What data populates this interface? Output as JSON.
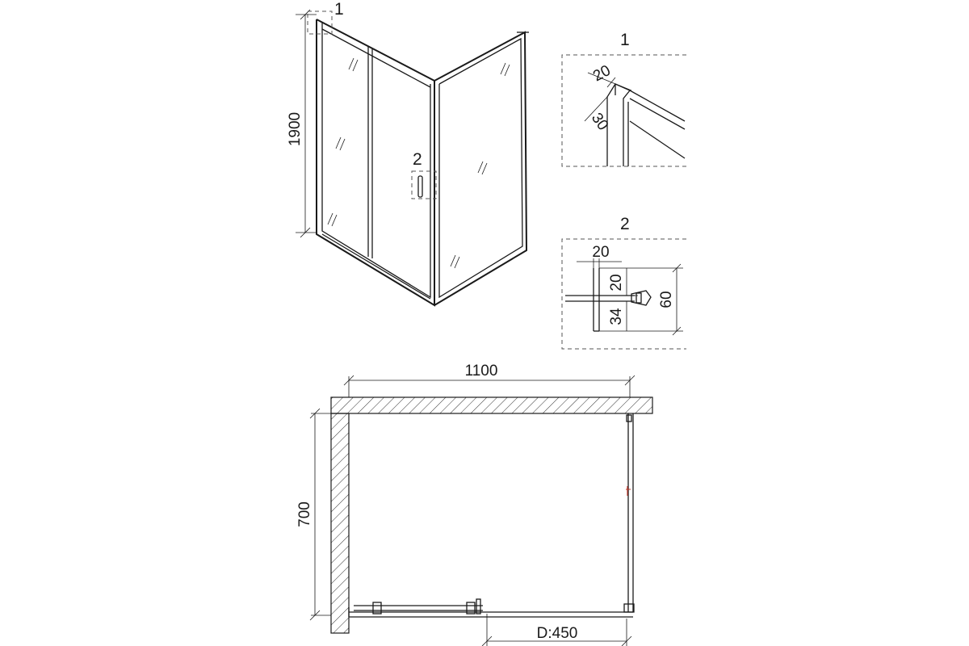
{
  "labels": {
    "detail_1": "1",
    "detail_2": "2",
    "detail_1_title": "1",
    "detail_2_title": "2"
  },
  "dimensions": {
    "height": "1900",
    "width": "1100",
    "depth": "700",
    "door": "D:450",
    "profile_20": "20",
    "profile_30": "30",
    "handle_20a": "20",
    "handle_20b": "20",
    "handle_34": "34",
    "handle_60": "60"
  },
  "colors": {
    "line": "#1a1a1a",
    "handle_mark": "#c0392b"
  }
}
